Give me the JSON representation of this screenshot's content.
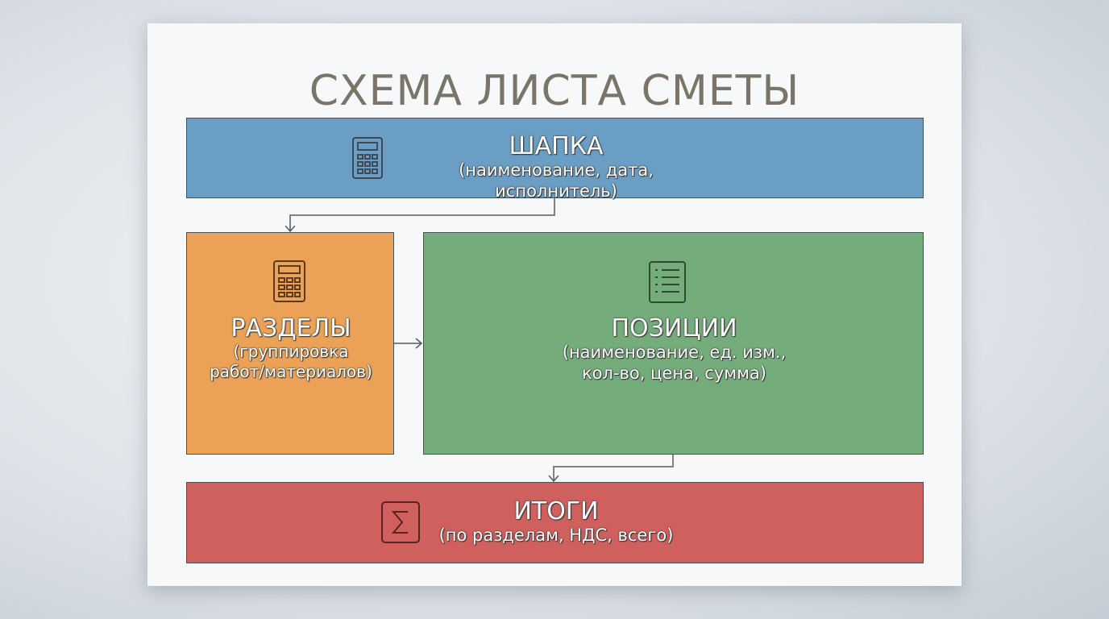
{
  "title": "СХЕМА ЛИСТА СМЕТЫ",
  "blocks": {
    "header": {
      "title": "ШАПКА",
      "subtitle": "(наименование, дата, исполнитель)",
      "icon": "calculator-icon",
      "color": "#6b9ec4"
    },
    "sections": {
      "title": "РАЗДЕЛЫ",
      "subtitle_line1": "(группировка",
      "subtitle_line2": "работ/материалов)",
      "icon": "calculator-icon",
      "color": "#eba257"
    },
    "items": {
      "title": "ПОЗИЦИИ",
      "subtitle_line1": "(наименование, ед. изм.,",
      "subtitle_line2": "кол-во, цена, сумма)",
      "icon": "list-icon",
      "color": "#74ad7b"
    },
    "totals": {
      "title": "ИТОГИ",
      "subtitle": "(по разделам, НДС, всего)",
      "icon": "sigma-icon",
      "color": "#d0605d"
    }
  }
}
